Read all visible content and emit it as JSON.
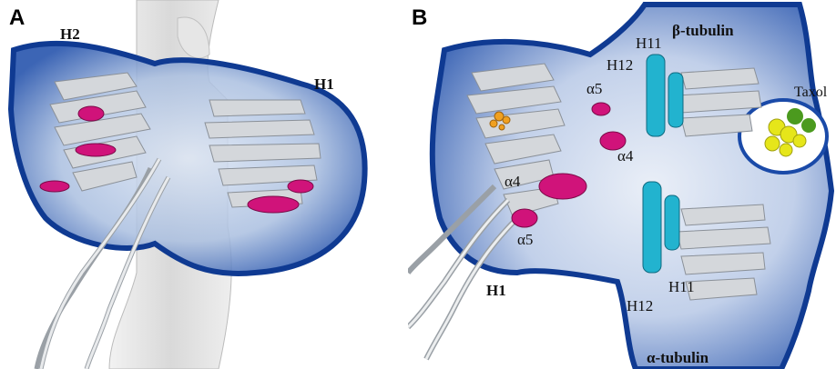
{
  "figure": {
    "panels": [
      {
        "letter": "A",
        "labels": {
          "h2": "H2",
          "h1": "H1"
        }
      },
      {
        "letter": "B",
        "labels": {
          "beta_tubulin": "β-tubulin",
          "alpha_tubulin": "α-tubulin",
          "taxol": "Taxol",
          "h11_top": "H11",
          "h12_top": "H12",
          "alpha5_top": "α5",
          "alpha4_top": "α4",
          "alpha4_left": "α4",
          "alpha5_left": "α5",
          "h1": "H1",
          "h11_bottom": "H11",
          "h12_bottom": "H12"
        }
      }
    ]
  },
  "colors": {
    "density_map": "#1a4aa8",
    "density_map_light": "#c6d6ee",
    "ribbon": "#cfd2d6",
    "helix_magenta": "#d0137a",
    "helix_cyan": "#22b3cf",
    "taxol": "#e6e61a",
    "nucleotide": "#f0a020"
  }
}
